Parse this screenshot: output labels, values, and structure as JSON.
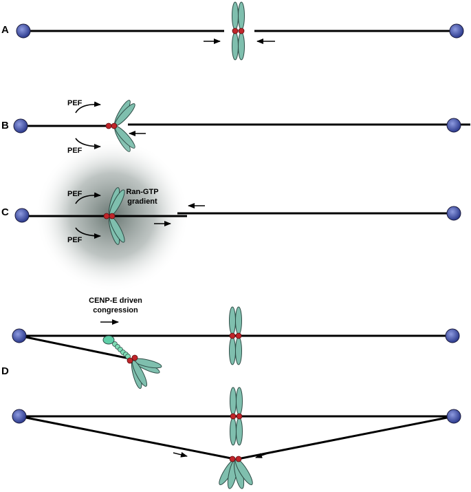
{
  "panels": {
    "a": {
      "label": "A"
    },
    "b": {
      "label": "B",
      "pef_top": "PEF",
      "pef_bottom": "PEF"
    },
    "c": {
      "label": "C",
      "pef_top": "PEF",
      "pef_bottom": "PEF",
      "gradient_line1": "Ran-GTP",
      "gradient_line2": "gradient"
    },
    "d": {
      "label": "D",
      "cenpe_line1": "CENP-E driven",
      "cenpe_line2": "congression"
    }
  },
  "colors": {
    "centrosome": "#4a5ab0",
    "chromatid": "#7fbfae",
    "kinetochore": "#c0252a",
    "microtubule": "#000000",
    "gradient": "#5a6a66"
  }
}
